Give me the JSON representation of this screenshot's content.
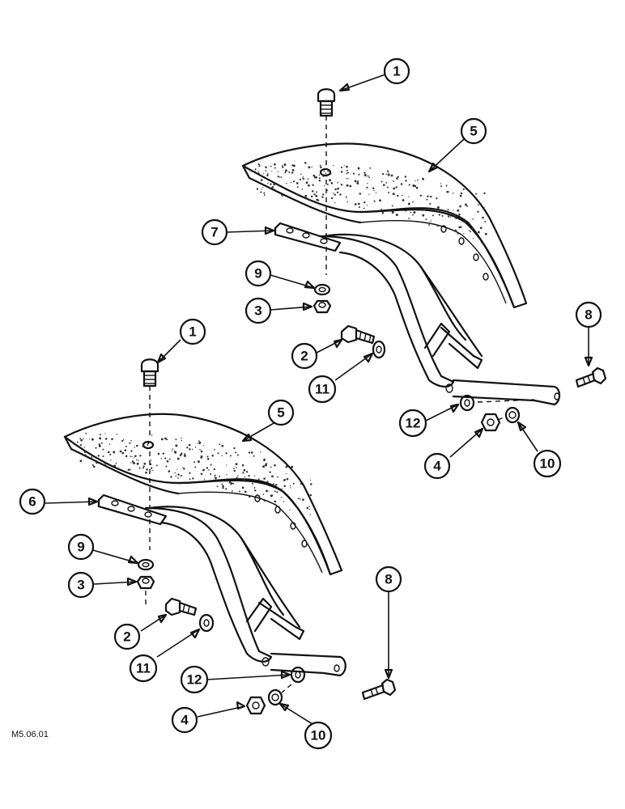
{
  "figure": {
    "reference_code": "M5.06.01",
    "callouts": [
      {
        "id": "c1a",
        "label": "1"
      },
      {
        "id": "c5a",
        "label": "5"
      },
      {
        "id": "c7",
        "label": "7"
      },
      {
        "id": "c9a",
        "label": "9"
      },
      {
        "id": "c3a",
        "label": "3"
      },
      {
        "id": "c2a",
        "label": "2"
      },
      {
        "id": "c11a",
        "label": "11"
      },
      {
        "id": "c8a",
        "label": "8"
      },
      {
        "id": "c12a",
        "label": "12"
      },
      {
        "id": "c4a",
        "label": "4"
      },
      {
        "id": "c10a",
        "label": "10"
      },
      {
        "id": "c1b",
        "label": "1"
      },
      {
        "id": "c5b",
        "label": "5"
      },
      {
        "id": "c6",
        "label": "6"
      },
      {
        "id": "c9b",
        "label": "9"
      },
      {
        "id": "c3b",
        "label": "3"
      },
      {
        "id": "c2b",
        "label": "2"
      },
      {
        "id": "c11b",
        "label": "11"
      },
      {
        "id": "c8b",
        "label": "8"
      },
      {
        "id": "c12b",
        "label": "12"
      },
      {
        "id": "c4b",
        "label": "4"
      },
      {
        "id": "c10b",
        "label": "10"
      }
    ]
  }
}
